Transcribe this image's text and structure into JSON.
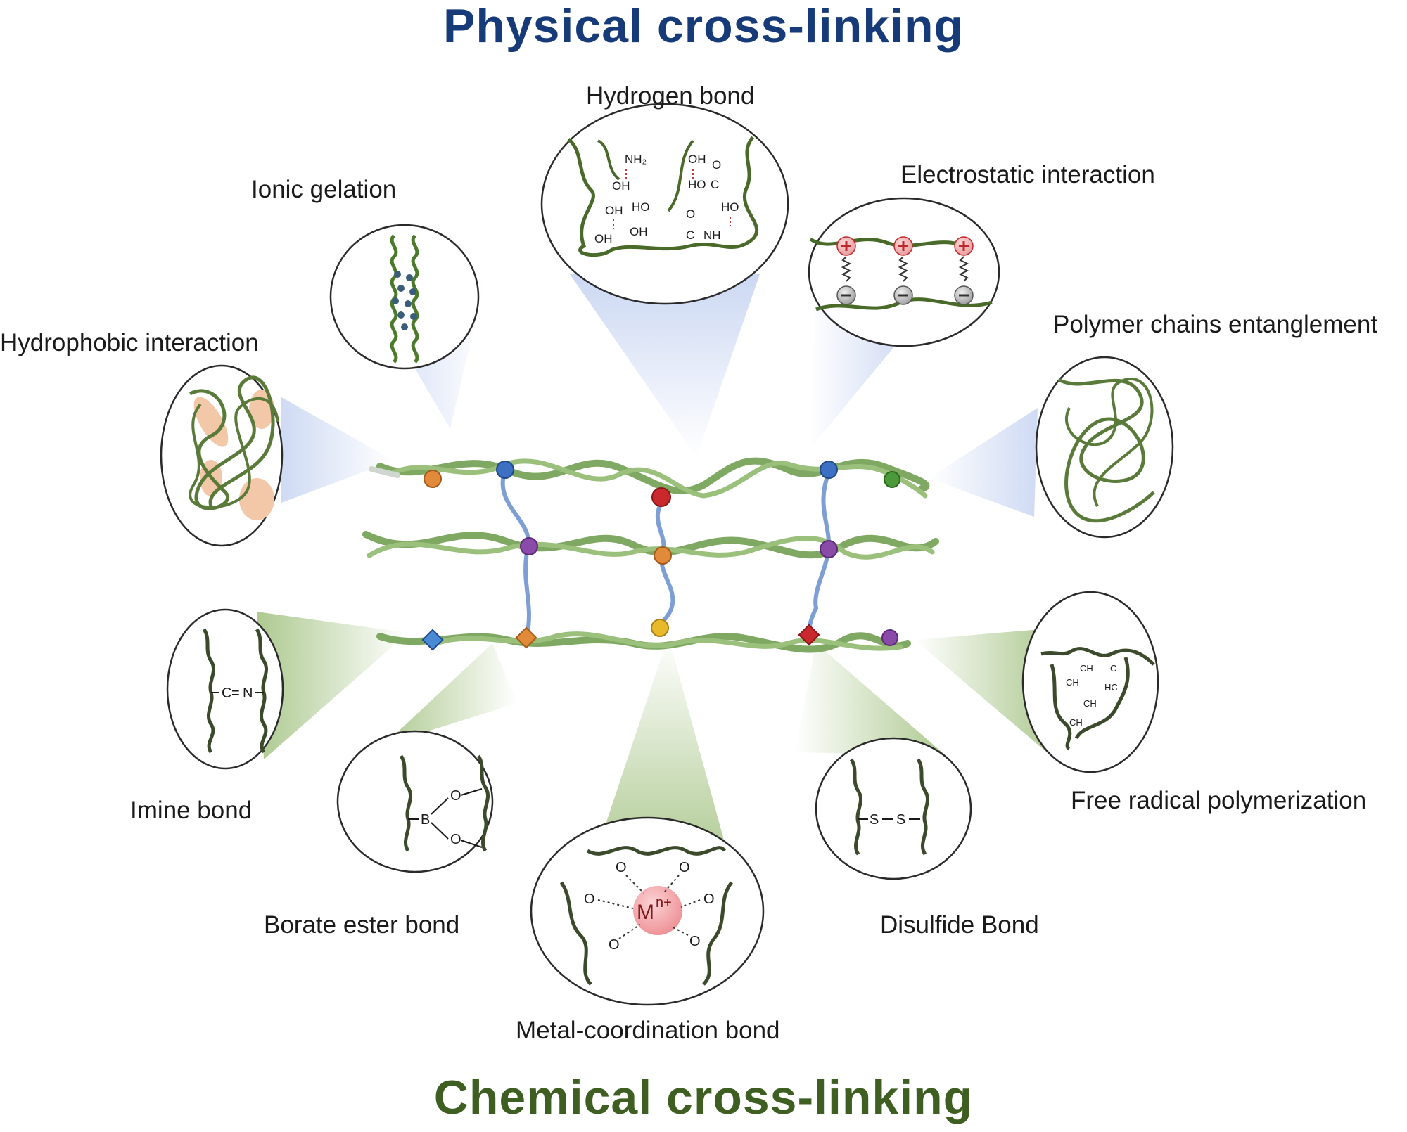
{
  "titles": {
    "physical": "Physical cross-linking",
    "chemical": "Chemical cross-linking"
  },
  "physical_labels": {
    "hydrogen_bond": "Hydrogen bond",
    "ionic_gelation": "Ionic gelation",
    "electrostatic": "Electrostatic interaction",
    "hydrophobic": "Hydrophobic interaction",
    "entanglement": "Polymer chains entanglement"
  },
  "chemical_labels": {
    "imine": "Imine bond",
    "borate": "Borate ester bond",
    "metal": "Metal-coordination bond",
    "disulfide": "Disulfide Bond",
    "free_radical": "Free radical polymerization"
  },
  "chem_text": {
    "nh2": "NH₂",
    "oh": "OH",
    "ho": "HO",
    "o": "O",
    "c": "C",
    "nh": "NH",
    "b": "B",
    "s": "S",
    "n": "N",
    "ch": "CH",
    "hc": "HC",
    "m": "M",
    "charge": "n+"
  },
  "colors": {
    "physical_title": "#173a78",
    "chemical_title": "#3f5f22",
    "chain": "#7fa862",
    "chain_dark": "#3d5a2a",
    "crosslink": "#7d9fd4",
    "physical_beam": "#c9d6f2",
    "chemical_beam": "#a9c68a",
    "metal": "#f2a3a6",
    "charge_pos": "#c0272d",
    "charge_neg": "#555555"
  }
}
